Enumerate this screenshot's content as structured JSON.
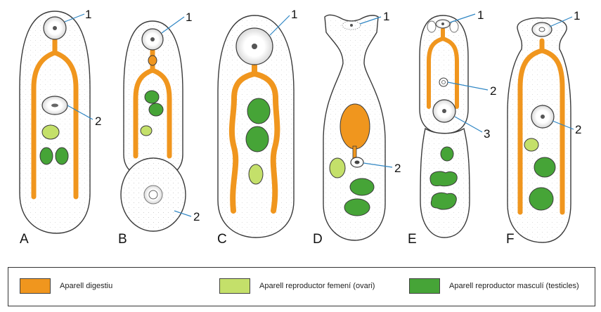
{
  "colors": {
    "digestive": "#f0961e",
    "ovary": "#c4e06a",
    "testes": "#46a437",
    "outline": "#3a3a3a",
    "leader": "#2f86c4",
    "body": "#ffffff"
  },
  "panels": {
    "a": {
      "letter": "A",
      "callouts": [
        "1",
        "2"
      ]
    },
    "b": {
      "letter": "B",
      "callouts": [
        "1",
        "2"
      ]
    },
    "c": {
      "letter": "C",
      "callouts": [
        "1"
      ]
    },
    "d": {
      "letter": "D",
      "callouts": [
        "1",
        "2"
      ]
    },
    "e": {
      "letter": "E",
      "callouts": [
        "1",
        "2",
        "3"
      ]
    },
    "f": {
      "letter": "F",
      "callouts": [
        "1",
        "2"
      ]
    }
  },
  "legend": {
    "digestive": "Aparell digestiu",
    "ovary": "Aparell reproductor femení (ovari)",
    "testes": "Aparell reproductor masculí (testicles)"
  }
}
